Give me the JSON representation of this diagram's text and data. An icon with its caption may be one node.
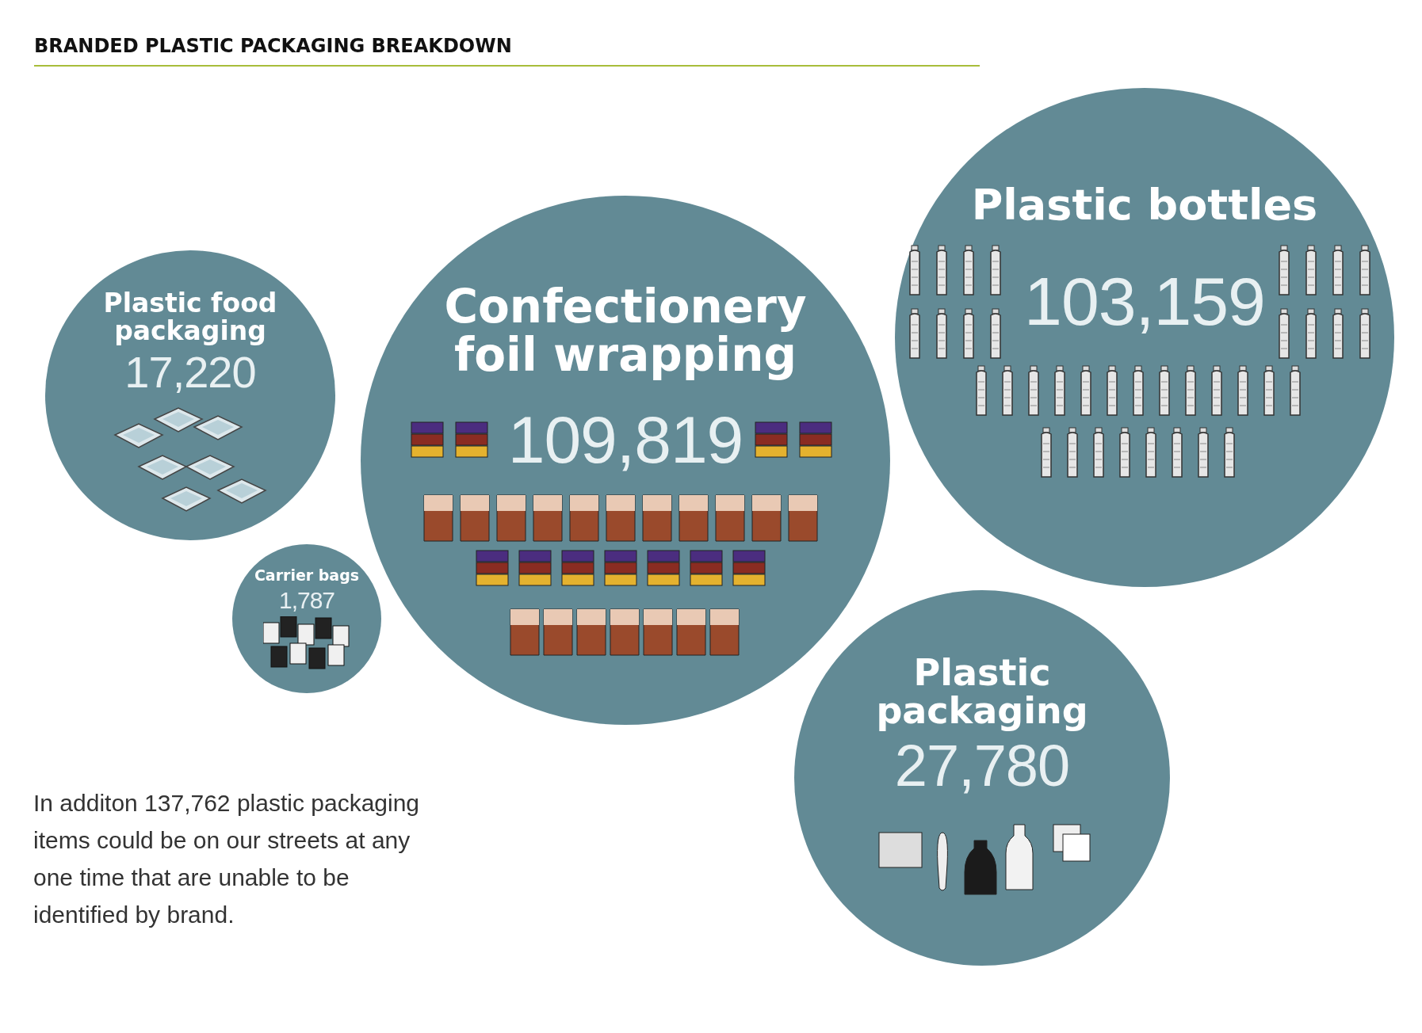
{
  "diagram": {
    "title": "BRANDED PLASTIC PACKAGING BREAKDOWN",
    "nodes": [
      {
        "text": [
          "Plastic food packaging",
          "17,220"
        ]
      },
      {
        "text": [
          "Carrier bags",
          "1,787"
        ]
      },
      {
        "text": [
          "Confectionery foil wrapping",
          "109,819"
        ]
      },
      {
        "text": [
          "Plastic bottles",
          "103,159"
        ]
      },
      {
        "text": [
          "Plastic packaging",
          "27,780"
        ]
      }
    ],
    "labels": [
      "In additon 137,762 plastic packaging items could be on our streets at any one time that are unable to be identified by brand."
    ]
  }
}
